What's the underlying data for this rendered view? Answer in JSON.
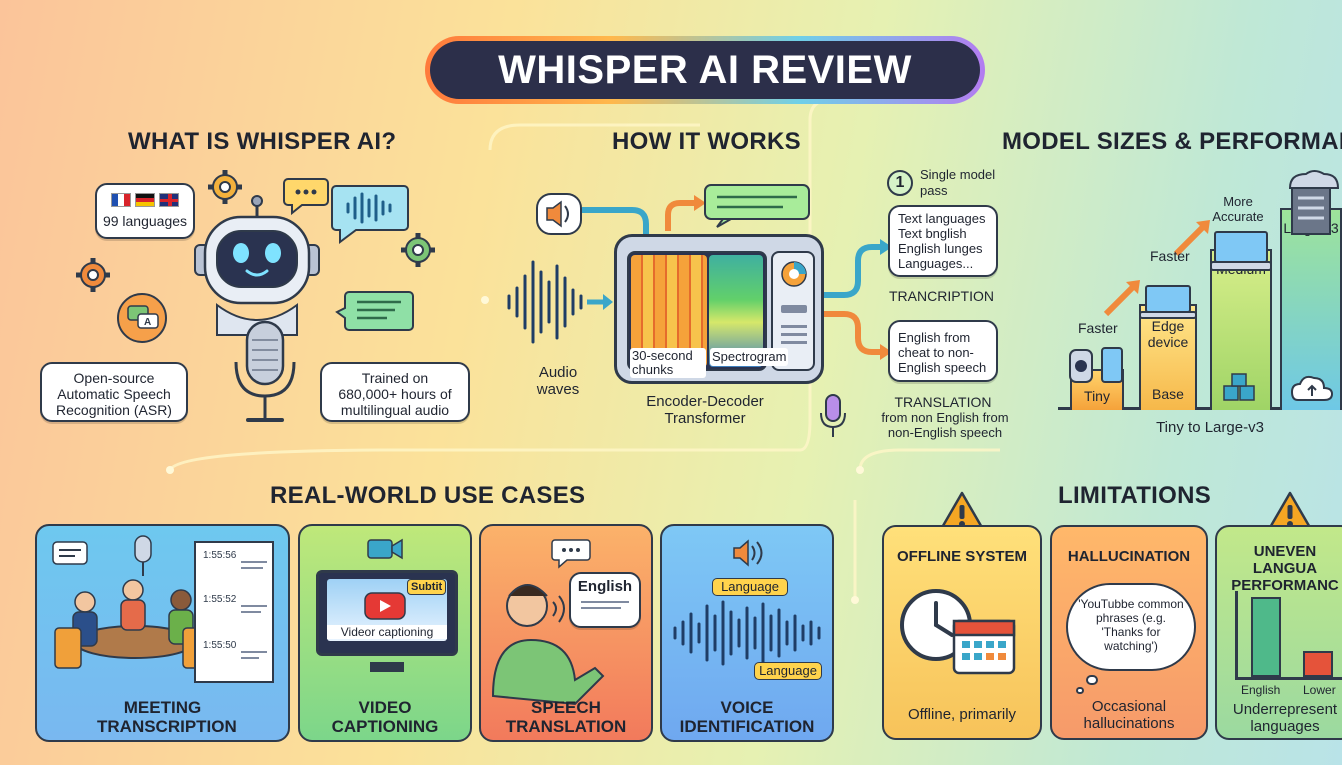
{
  "title": "WHISPER AI REVIEW",
  "colors": {
    "banner": "#2c2f4a",
    "accent_teal": "#3aa6c9",
    "accent_orange": "#f08a3c",
    "accent_green": "#7cc576",
    "warning": "#f5a623"
  },
  "what_is": {
    "heading": "WHAT IS WHISPER AI?",
    "languages_badge": "99 languages",
    "flags": [
      "flag-fr-icon",
      "flag-de-icon",
      "flag-uk-icon"
    ],
    "left_box": "Open-source Automatic Speech Recognition (ASR)",
    "right_box": "Trained on 680,000+ hours of multilingual audio"
  },
  "how_it_works": {
    "heading": "HOW IT WORKS",
    "audio_label": "Audio waves",
    "chunks_label": "30-second chunks",
    "spectrogram_label": "Spectrogram",
    "model_label": "Encoder-Decoder Transformer",
    "step_number": "1",
    "step_text": "Single model pass",
    "transcription_box": "Text languages Text bnglish English lunges Languages...",
    "transcription_label": "TRANCRIPTION",
    "translation_box": "English from cheat to non-English speech",
    "translation_label": "TRANSLATION",
    "translation_caption": "from non English from non-English speech"
  },
  "models": {
    "heading": "MODEL SIZES & PERFORMANC",
    "bars": [
      {
        "name": "Tiny",
        "level": 0.18
      },
      {
        "name": "Base",
        "level": 0.46,
        "caption": "Edge device"
      },
      {
        "name": "Medium",
        "level": 0.7
      },
      {
        "name": "Large-v3",
        "level": 0.88
      }
    ],
    "faster_1": "Faster",
    "faster_2": "Faster",
    "more_accurate": "More Accurate",
    "caption": "Tiny to Large-v3"
  },
  "use_cases": {
    "heading": "REAL-WORLD USE CASES",
    "cards": [
      {
        "title": "MEETING TRANSCRIPTION",
        "times": [
          "1:55:56",
          "1:55:52",
          "1:55:50"
        ]
      },
      {
        "title": "VIDEO CAPTIONING",
        "badge": "Subtit",
        "caption": "Videor captioning"
      },
      {
        "title": "SPEECH TRANSLATION",
        "bubble": "English"
      },
      {
        "title": "VOICE IDENTIFICATION",
        "tag_top": "Language",
        "tag_bottom": "Language"
      }
    ]
  },
  "limitations": {
    "heading": "LIMITATIONS",
    "cards": [
      {
        "title": "OFFLINE SYSTEM",
        "caption": "Offline, primarily"
      },
      {
        "title": "HALLUCINATION",
        "cloud": "'YouTubbe common phrases (e.g. 'Thanks for watching')",
        "caption": "Occasional hallucinations"
      },
      {
        "title": "UNEVEN LANGUA PERFORMANC",
        "bar_labels": [
          "English",
          "Lower"
        ],
        "caption": "Underrepresent languages"
      }
    ]
  }
}
